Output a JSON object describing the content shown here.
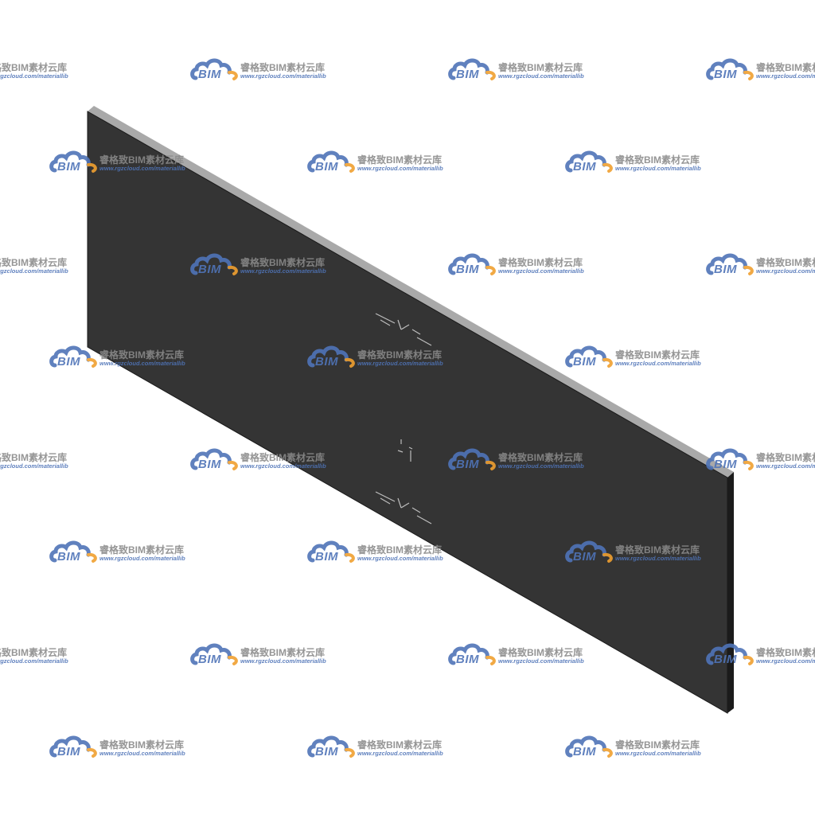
{
  "watermark": {
    "logo_text": "BIM",
    "title": "睿格致BIM素材云库",
    "url": "www.rgzcloud.com/materiallib",
    "logo_blue": "#4f74b8",
    "logo_orange": "#f0a030",
    "title_color": "#8a8a8a"
  },
  "panel": {
    "face_color": "#333333",
    "edge_color": "#a8a8a8",
    "bottom_edge_color": "#111111"
  }
}
